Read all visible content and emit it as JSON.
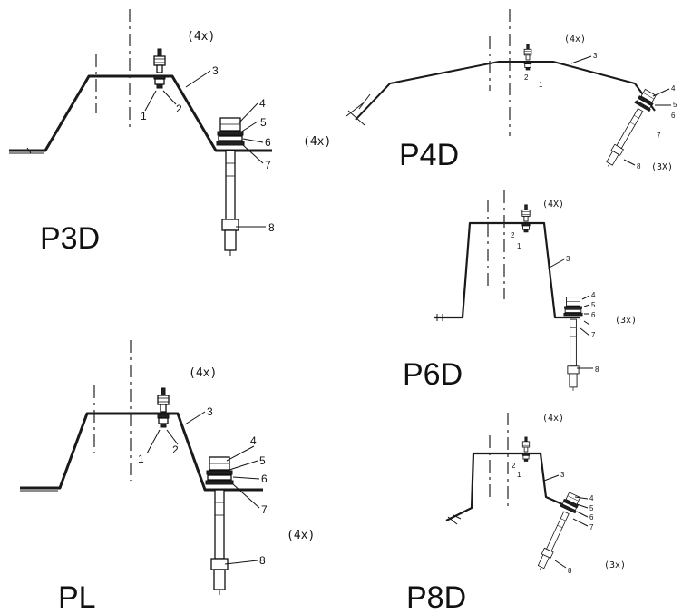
{
  "diagrams": {
    "p3d": {
      "name": "P3D",
      "qty_top": "(4x)",
      "qty_side": "(4x)",
      "parts": [
        "1",
        "2",
        "3",
        "4",
        "5",
        "6",
        "7",
        "8"
      ]
    },
    "p4d": {
      "name": "P4D",
      "qty_top": "(4x)",
      "qty_side": "(3X)",
      "parts": [
        "1",
        "2",
        "3",
        "4",
        "5",
        "6",
        "7",
        "8"
      ]
    },
    "p6d": {
      "name": "P6D",
      "qty_top": "(4X)",
      "qty_side": "(3x)",
      "parts": [
        "1",
        "2",
        "3",
        "4",
        "5",
        "6",
        "7",
        "8"
      ]
    },
    "pl": {
      "name": "PL",
      "qty_top": "(4x)",
      "qty_side": "(4x)",
      "parts": [
        "1",
        "2",
        "3",
        "4",
        "5",
        "6",
        "7",
        "8"
      ]
    },
    "p8d": {
      "name": "P8D",
      "qty_top": "(4x)",
      "qty_side": "(3x)",
      "parts": [
        "1",
        "2",
        "3",
        "4",
        "5",
        "6",
        "7",
        "8"
      ]
    }
  }
}
